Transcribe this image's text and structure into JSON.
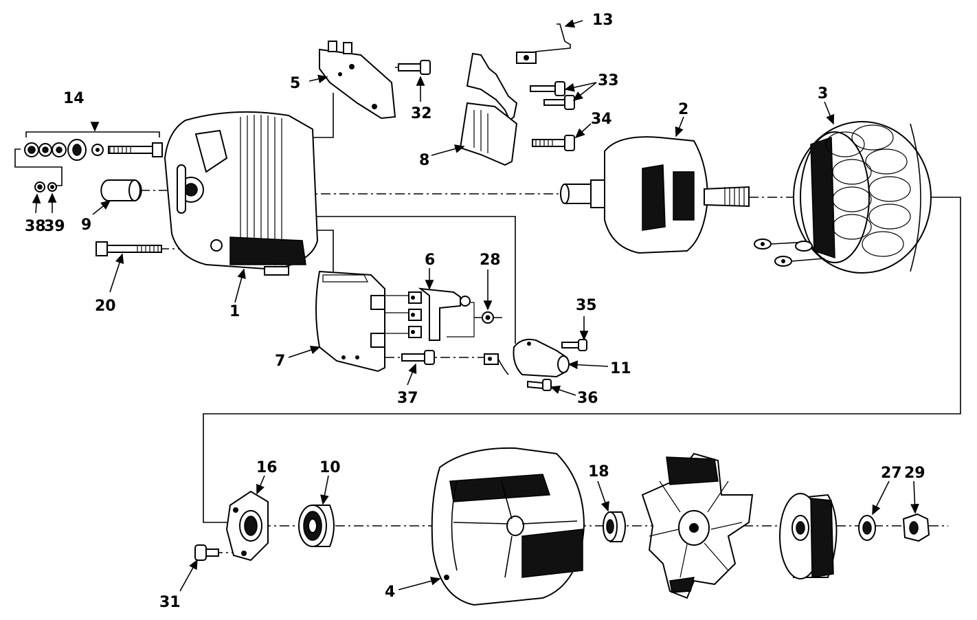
{
  "diagram": {
    "callouts": [
      {
        "id": "c1",
        "label": "1"
      },
      {
        "id": "c2",
        "label": "2"
      },
      {
        "id": "c3",
        "label": "3"
      },
      {
        "id": "c4",
        "label": "4"
      },
      {
        "id": "c5",
        "label": "5"
      },
      {
        "id": "c6",
        "label": "6"
      },
      {
        "id": "c7",
        "label": "7"
      },
      {
        "id": "c8",
        "label": "8"
      },
      {
        "id": "c9",
        "label": "9"
      },
      {
        "id": "c10",
        "label": "10"
      },
      {
        "id": "c11",
        "label": "11"
      },
      {
        "id": "c13",
        "label": "13"
      },
      {
        "id": "c14",
        "label": "14"
      },
      {
        "id": "c16",
        "label": "16"
      },
      {
        "id": "c18",
        "label": "18"
      },
      {
        "id": "c20",
        "label": "20"
      },
      {
        "id": "c27",
        "label": "27"
      },
      {
        "id": "c28",
        "label": "28"
      },
      {
        "id": "c29",
        "label": "29"
      },
      {
        "id": "c31",
        "label": "31"
      },
      {
        "id": "c32",
        "label": "32"
      },
      {
        "id": "c33",
        "label": "33"
      },
      {
        "id": "c34",
        "label": "34"
      },
      {
        "id": "c35",
        "label": "35"
      },
      {
        "id": "c36",
        "label": "36"
      },
      {
        "id": "c37",
        "label": "37"
      },
      {
        "id": "c38",
        "label": "38"
      },
      {
        "id": "c39",
        "label": "39"
      }
    ]
  }
}
